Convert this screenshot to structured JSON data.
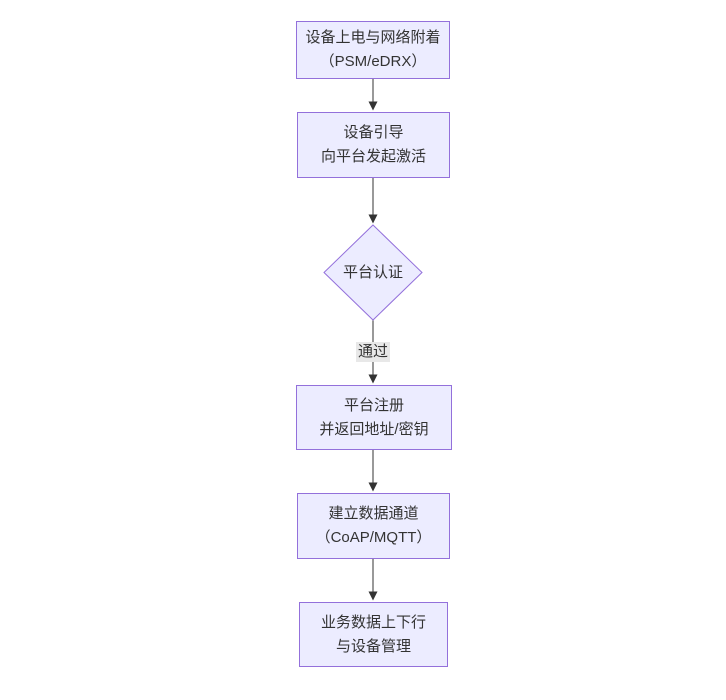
{
  "diagram": {
    "type": "flowchart",
    "direction": "top-down",
    "colors": {
      "background": "#ffffff",
      "node_fill": "#ECECFF",
      "node_border": "#9370DB",
      "text_color": "#333333",
      "edge_color": "#333333",
      "edge_label_bg": "#e8e8e8"
    },
    "nodes": [
      {
        "id": "power-attach",
        "shape": "rect",
        "lines": [
          "设备上电与网络附着",
          "（PSM/eDRX）"
        ]
      },
      {
        "id": "bootstrap",
        "shape": "rect",
        "lines": [
          "设备引导",
          "向平台发起激活"
        ]
      },
      {
        "id": "platform-auth",
        "shape": "diamond",
        "lines": [
          "平台认证"
        ]
      },
      {
        "id": "platform-register",
        "shape": "rect",
        "lines": [
          "平台注册",
          "并返回地址/密钥"
        ]
      },
      {
        "id": "data-channel",
        "shape": "rect",
        "lines": [
          "建立数据通道",
          "（CoAP/MQTT）"
        ]
      },
      {
        "id": "business-data",
        "shape": "rect",
        "lines": [
          "业务数据上下行",
          "与设备管理"
        ]
      }
    ],
    "edges": [
      {
        "from": "power-attach",
        "to": "bootstrap",
        "label": ""
      },
      {
        "from": "bootstrap",
        "to": "platform-auth",
        "label": ""
      },
      {
        "from": "platform-auth",
        "to": "platform-register",
        "label": "通过"
      },
      {
        "from": "platform-register",
        "to": "data-channel",
        "label": ""
      },
      {
        "from": "data-channel",
        "to": "business-data",
        "label": ""
      }
    ]
  }
}
